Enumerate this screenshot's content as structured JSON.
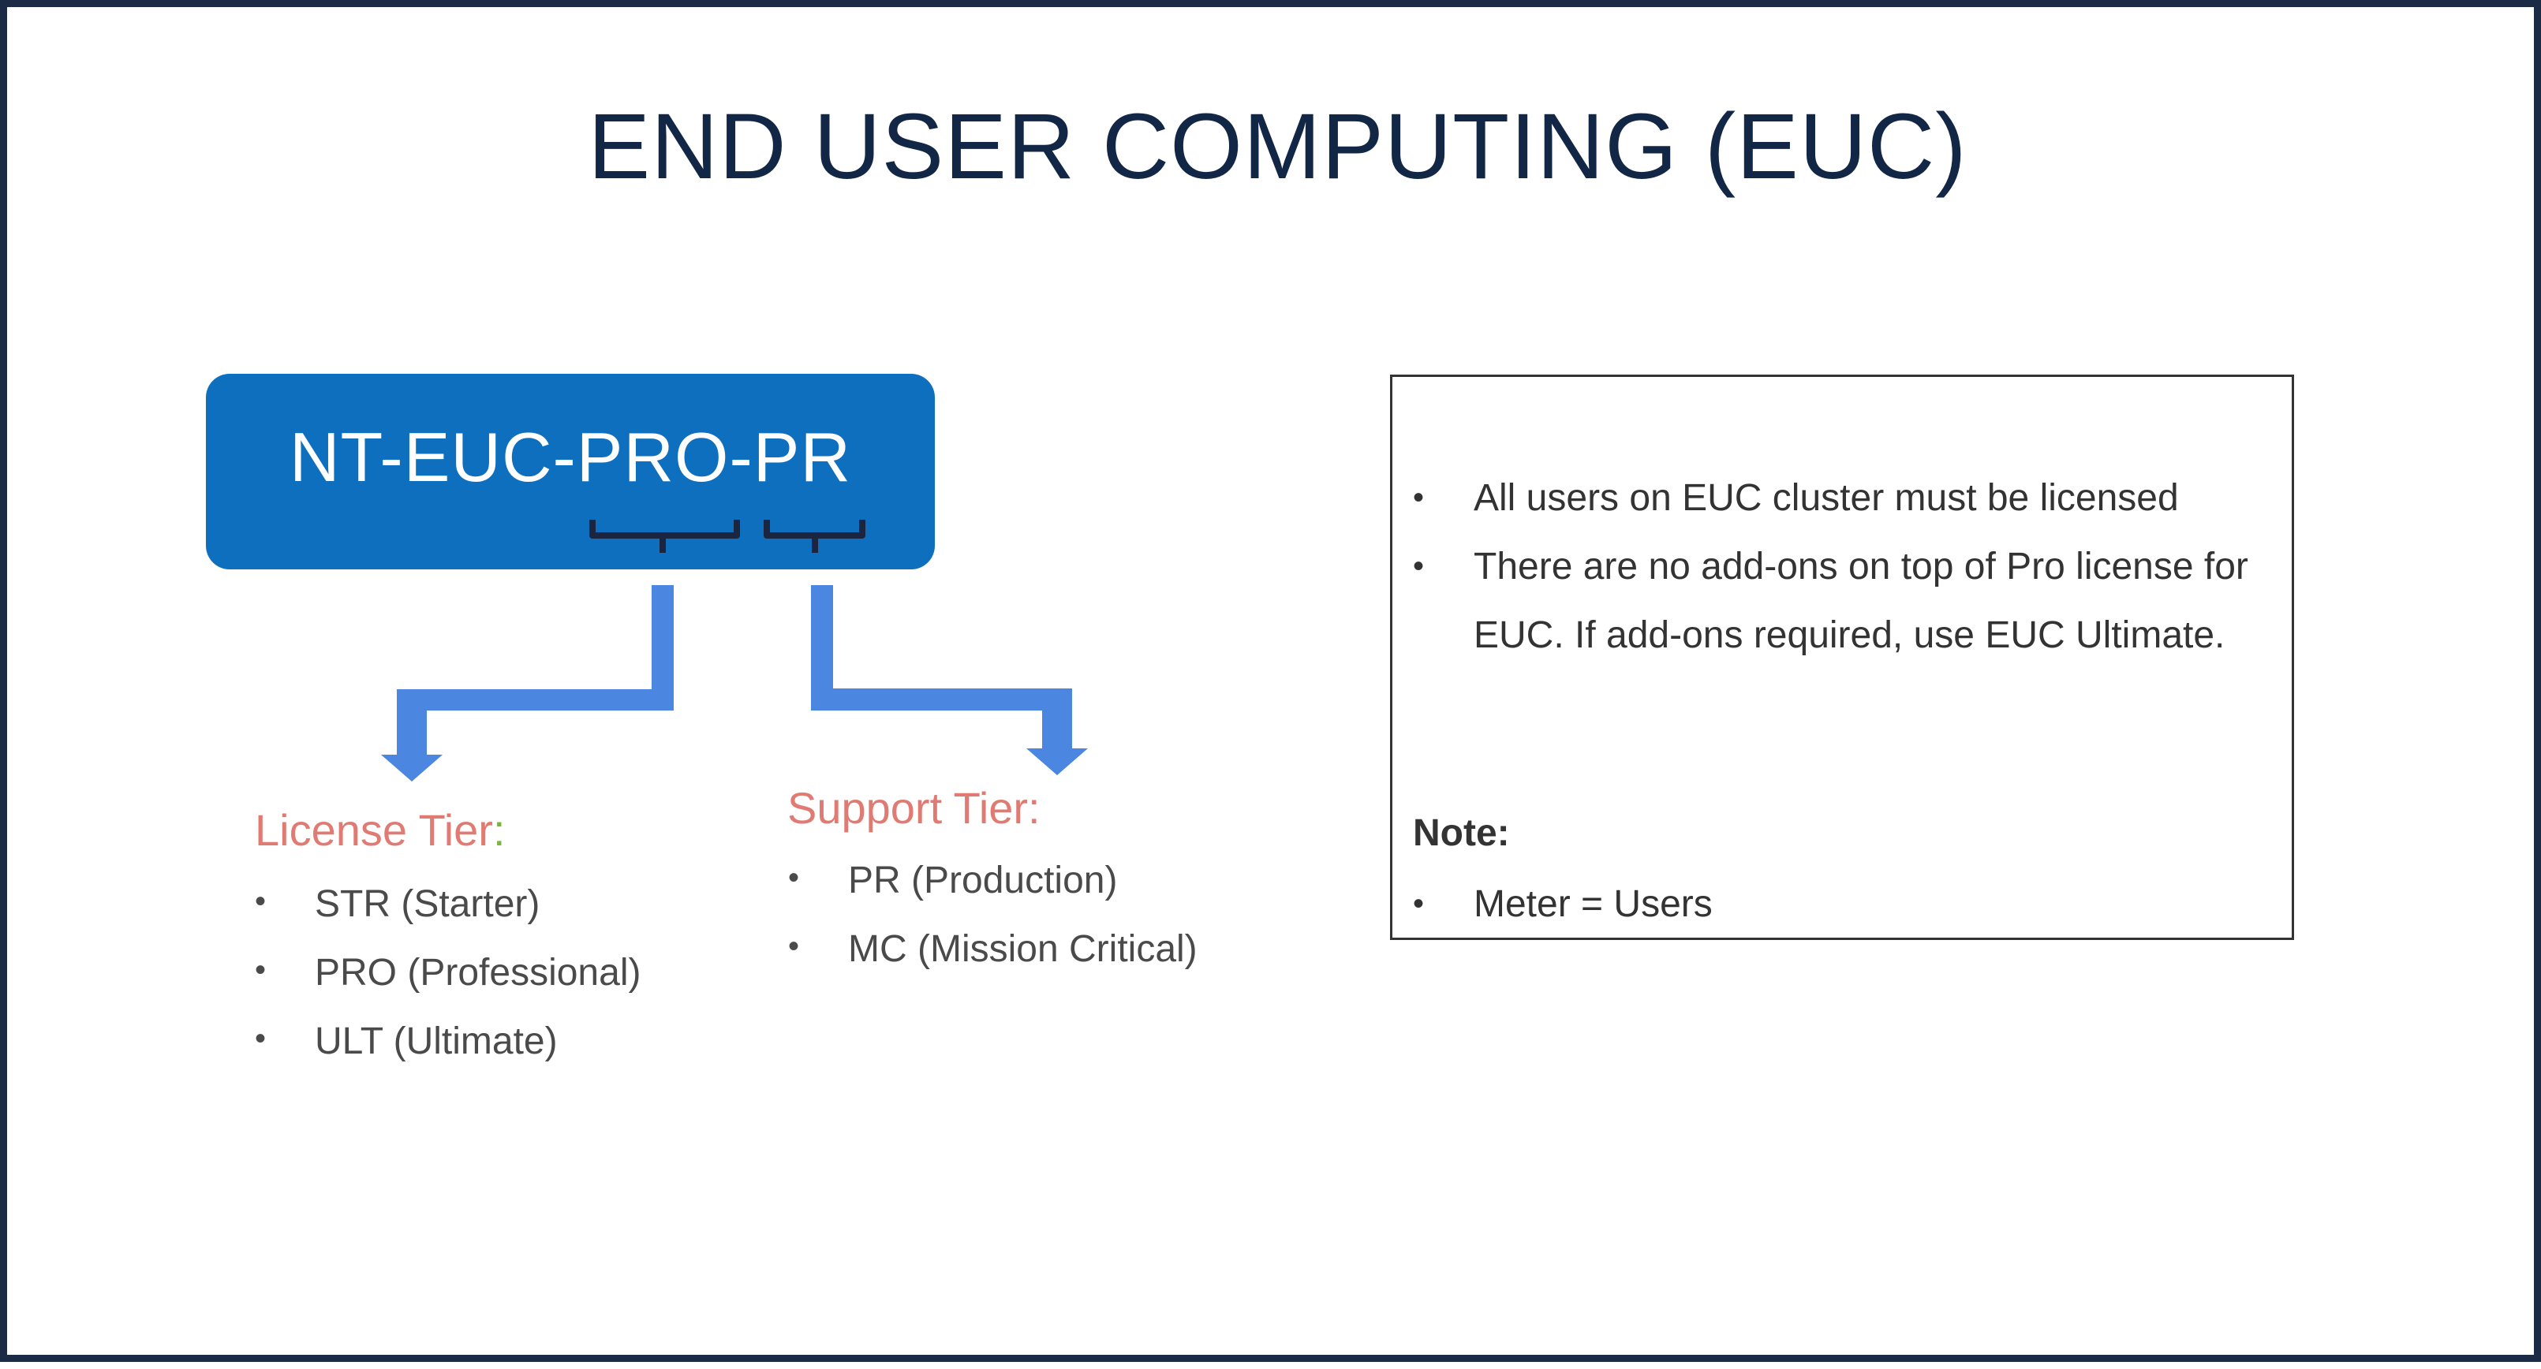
{
  "title": "END USER COMPUTING (EUC)",
  "sku": "NT-EUC-PRO-PR",
  "license_tier": {
    "heading": "License Tier",
    "colon": ":",
    "items": [
      "STR (Starter)",
      "PRO (Professional)",
      "ULT (Ultimate)"
    ]
  },
  "support_tier": {
    "heading": "Support Tier",
    "colon": ":",
    "items": [
      "PR (Production)",
      "MC (Mission Critical)"
    ]
  },
  "notes_box": {
    "items": [
      "All users on EUC cluster must be licensed",
      "There are no add-ons on top of Pro license for EUC. If add-ons required, use EUC Ultimate."
    ],
    "note_label": "Note:",
    "note_items": [
      "Meter = Users"
    ]
  },
  "colors": {
    "title": "#122645",
    "sku_box": "#0e6fbf",
    "arrow": "#4b86e0",
    "tier_heading": "#e07b74",
    "frame": "#1b2b45"
  }
}
